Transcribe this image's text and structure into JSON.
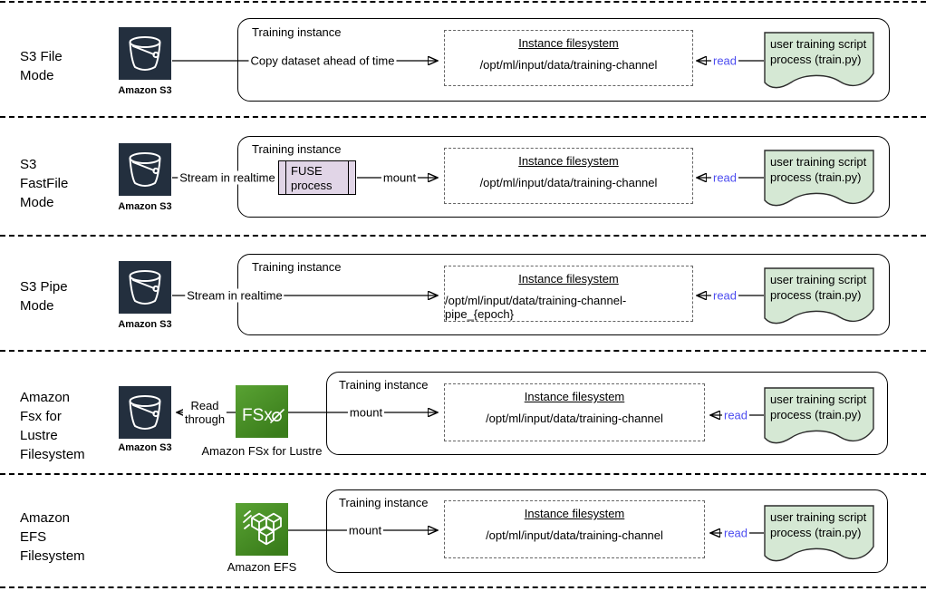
{
  "colors": {
    "read_label": "#4d4df0",
    "s3_icon_bg": "#232f3e",
    "document_fill": "#d5e8d4",
    "fuse_process_fill": "#e1d5e7",
    "aws_green_light": "#59a233",
    "aws_green_dark": "#3a7d1b"
  },
  "rows": [
    {
      "name": "S3 File Mode",
      "side_label": "S3 File\nMode",
      "source": {
        "icon": "amazon-s3-bucket-icon",
        "caption": "Amazon S3"
      },
      "edges": {
        "transfer": "Copy dataset ahead of time",
        "read": "read"
      },
      "training_instance": {
        "title": "Training instance",
        "filesystem": {
          "title": "Instance filesystem",
          "path": "/opt/ml/input/data/training-channel"
        },
        "script_document": "user training script\nprocess (train.py)"
      }
    },
    {
      "name": "S3 FastFile Mode",
      "side_label": "S3\nFastFile\nMode",
      "source": {
        "icon": "amazon-s3-bucket-icon",
        "caption": "Amazon S3"
      },
      "edges": {
        "transfer": "Stream in realtime",
        "mount": "mount",
        "read": "read"
      },
      "training_instance": {
        "title": "Training instance",
        "fuse_process": "FUSE\nprocess",
        "filesystem": {
          "title": "Instance filesystem",
          "path": "/opt/ml/input/data/training-channel"
        },
        "script_document": "user training script\nprocess (train.py)"
      }
    },
    {
      "name": "S3 Pipe Mode",
      "side_label": "S3 Pipe\nMode",
      "source": {
        "icon": "amazon-s3-bucket-icon",
        "caption": "Amazon S3"
      },
      "edges": {
        "transfer": "Stream in realtime",
        "read": "read"
      },
      "training_instance": {
        "title": "Training instance",
        "filesystem": {
          "title": "Instance filesystem",
          "path": "/opt/ml/input/data/training-channel-pipe_{epoch}"
        },
        "script_document": "user training script\nprocess (train.py)"
      }
    },
    {
      "name": "Amazon Fsx for Lustre Filesystem",
      "side_label": "Amazon\nFsx for\nLustre\nFilesystem",
      "source": {
        "icon": "amazon-s3-bucket-icon",
        "caption": "Amazon S3"
      },
      "fsx": {
        "icon": "amazon-fsx-icon",
        "caption": "Amazon FSx for Lustre"
      },
      "edges": {
        "read_through": "Read\nthrough",
        "mount": "mount",
        "read": "read"
      },
      "training_instance": {
        "title": "Training instance",
        "filesystem": {
          "title": "Instance filesystem",
          "path": "/opt/ml/input/data/training-channel"
        },
        "script_document": "user training script\nprocess (train.py)"
      }
    },
    {
      "name": "Amazon EFS Filesystem",
      "side_label": "Amazon\nEFS\nFilesystem",
      "efs": {
        "icon": "amazon-efs-icon",
        "caption": "Amazon EFS"
      },
      "edges": {
        "mount": "mount",
        "read": "read"
      },
      "training_instance": {
        "title": "Training instance",
        "filesystem": {
          "title": "Instance filesystem",
          "path": "/opt/ml/input/data/training-channel"
        },
        "script_document": "user training script\nprocess (train.py)"
      }
    }
  ]
}
